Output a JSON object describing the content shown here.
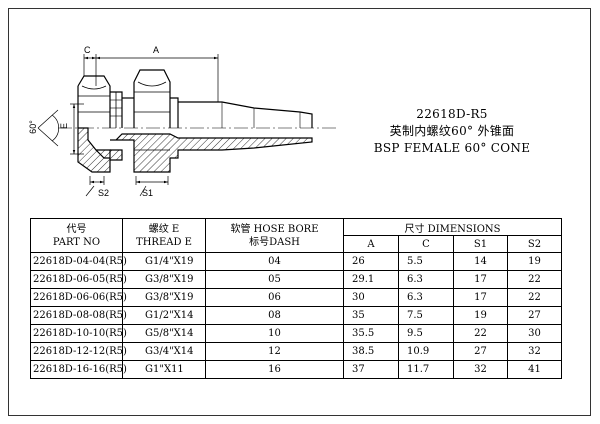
{
  "drawing": {
    "dim_labels": {
      "c": "C",
      "a": "A",
      "thread_e": "E",
      "angle": "60°",
      "s1": "S1",
      "s2": "S2"
    }
  },
  "title": {
    "model": "22618D-R5",
    "name_cn": "英制内螺纹60° 外锥面",
    "name_en": "BSP FEMALE 60° CONE"
  },
  "table": {
    "headers": {
      "part_cn": "代号",
      "part_en": "PART NO",
      "thread_cn": "螺纹 E",
      "thread_en": "THREAD E",
      "hose_line1": "软管 HOSE BORE",
      "hose_line2": "标号DASH",
      "dims": "尺寸  DIMENSIONS",
      "a": "A",
      "c": "C",
      "s1": "S1",
      "s2": "S2"
    },
    "rows": [
      {
        "part": "22618D-04-04(R5)",
        "thread": "G1/4\"X19",
        "dash": "04",
        "a": "26",
        "c": "5.5",
        "s1": "14",
        "s2": "19"
      },
      {
        "part": "22618D-06-05(R5)",
        "thread": "G3/8\"X19",
        "dash": "05",
        "a": "29.1",
        "c": "6.3",
        "s1": "17",
        "s2": "22"
      },
      {
        "part": "22618D-06-06(R5)",
        "thread": "G3/8\"X19",
        "dash": "06",
        "a": "30",
        "c": "6.3",
        "s1": "17",
        "s2": "22"
      },
      {
        "part": "22618D-08-08(R5)",
        "thread": "G1/2\"X14",
        "dash": "08",
        "a": "35",
        "c": "7.5",
        "s1": "19",
        "s2": "27"
      },
      {
        "part": "22618D-10-10(R5)",
        "thread": "G5/8\"X14",
        "dash": "10",
        "a": "35.5",
        "c": "9.5",
        "s1": "22",
        "s2": "30"
      },
      {
        "part": "22618D-12-12(R5)",
        "thread": "G3/4\"X14",
        "dash": "12",
        "a": "38.5",
        "c": "10.9",
        "s1": "27",
        "s2": "32"
      },
      {
        "part": "22618D-16-16(R5)",
        "thread": "G1\"X11",
        "dash": "16",
        "a": "37",
        "c": "11.7",
        "s1": "32",
        "s2": "41"
      }
    ]
  }
}
